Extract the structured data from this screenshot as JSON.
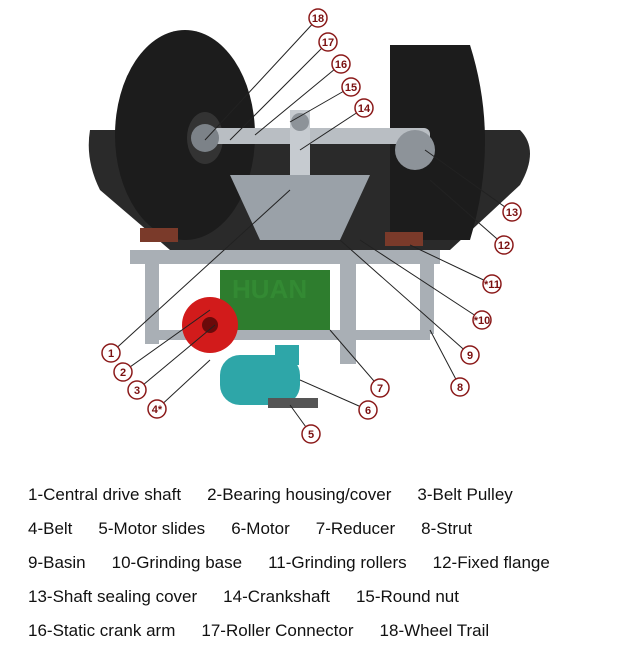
{
  "diagram": {
    "watermark": "HUAN",
    "callouts": [
      "18",
      "17",
      "16",
      "15",
      "14",
      "13",
      "12",
      "*11",
      "*10",
      "9",
      "8",
      "7",
      "6",
      "5",
      "4*",
      "3",
      "2",
      "1"
    ]
  },
  "legend": {
    "rows": [
      [
        "1-Central drive shaft",
        "2-Bearing housing/cover",
        "3-Belt Pulley"
      ],
      [
        "4-Belt",
        "5-Motor slides",
        "6-Motor",
        "7-Reducer",
        "8-Strut"
      ],
      [
        "9-Basin",
        "10-Grinding base",
        "11-Grinding rollers",
        "12-Fixed flange"
      ],
      [
        "13-Shaft sealing cover",
        "14-Crankshaft",
        "15-Round nut"
      ],
      [
        "16-Static crank arm",
        "17-Roller Connector",
        "18-Wheel Trail"
      ]
    ]
  },
  "colors": {
    "callout": "#8b1a1a",
    "roller": "#1c1c1c",
    "frame": "#a9afb5",
    "motor": "#2ea6a8",
    "pulley": "#d21b1b",
    "reducer": "#2e7d2e"
  }
}
